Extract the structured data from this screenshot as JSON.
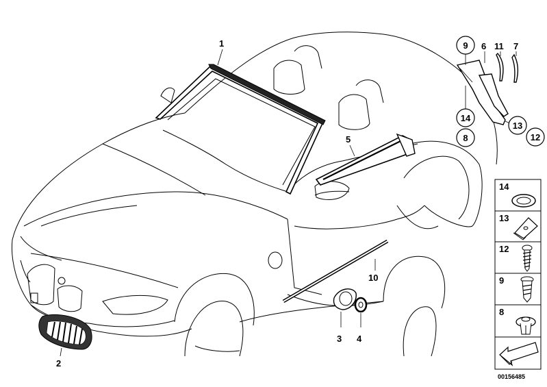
{
  "callouts": {
    "c1": "1",
    "c2": "2",
    "c3": "3",
    "c4": "4",
    "c5": "5",
    "c6": "6",
    "c7": "7",
    "c8": "8",
    "c9": "9",
    "c10": "10",
    "c11": "11",
    "c12": "12",
    "c13": "13",
    "c14": "14"
  },
  "fastener_panel": {
    "items": [
      {
        "number": "14",
        "icon": "grommet-ring-icon"
      },
      {
        "number": "13",
        "icon": "clip-nut-icon"
      },
      {
        "number": "12",
        "icon": "screw-icon"
      },
      {
        "number": "9",
        "icon": "expanding-rivet-icon"
      },
      {
        "number": "8",
        "icon": "push-clip-icon"
      }
    ],
    "last_icon": "arrow-shim-icon"
  },
  "document_number": "00156485"
}
